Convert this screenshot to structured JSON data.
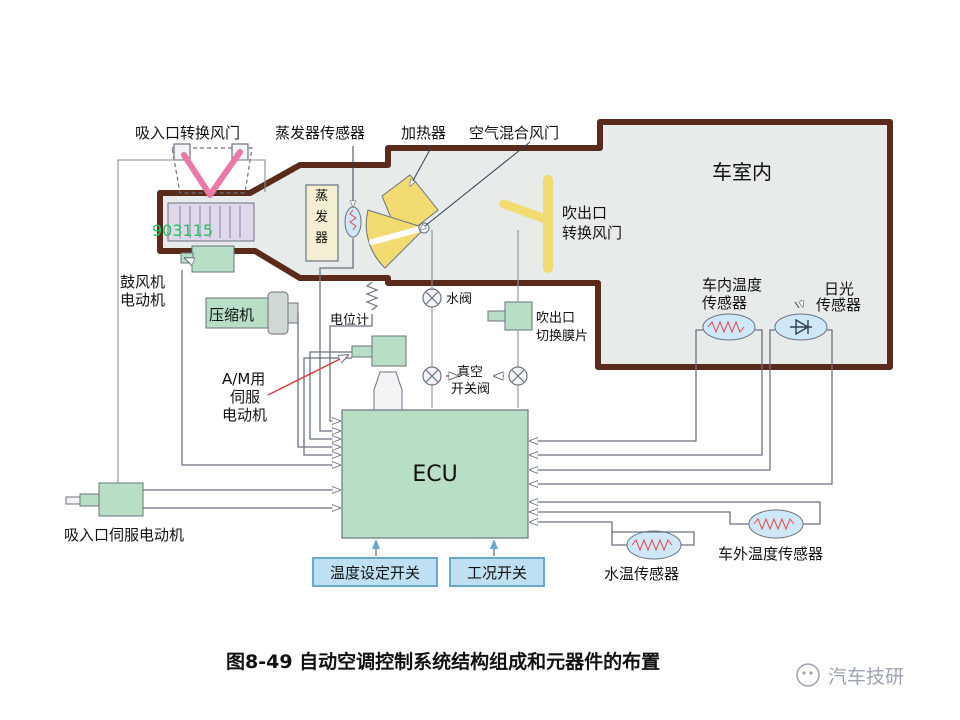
{
  "labels": {
    "intake_door": "吸入口转换风门",
    "evap_sensor": "蒸发器传感器",
    "heater": "加热器",
    "air_mix_door": "空气混合风门",
    "cabin": "车室内",
    "evaporator": "蒸发器",
    "outlet_door": "吹出口转换风门",
    "blower_motor": "鼓风机电动机",
    "compressor": "压缩机",
    "potentiometer": "电位计",
    "water_valve": "水阀",
    "outlet_diaphragm": "吹出口切换膜片",
    "cabin_temp_sensor": "车内温度传感器",
    "sun_sensor": "日光传感器",
    "am_servo": "A/M用伺服电动机",
    "vacuum_valve": "真空开关阀",
    "ecu": "ECU",
    "intake_servo": "吸入口伺服电动机",
    "ambient_sensor": "车外温度传感器",
    "water_temp_sensor": "水温传感器",
    "temp_set_switch": "温度设定开关",
    "mode_switch": "工况开关",
    "overlay_code": "903115"
  },
  "caption": "图8-49  自动空调控制系统结构组成和元器件的布置",
  "watermark": "汽车技研",
  "colors": {
    "duct_border": "#5a2a1a",
    "duct_fill": "#e7ebea",
    "component_green": "#b8dfc6",
    "ecu_green": "#b8dfc6",
    "switch_blue": "#bfe0f2",
    "switch_border": "#6aa9cf",
    "sensor_blue": "#cfe8f7",
    "evap_fill": "#f4eed2",
    "door_yellow": "#f2dc72"
  }
}
